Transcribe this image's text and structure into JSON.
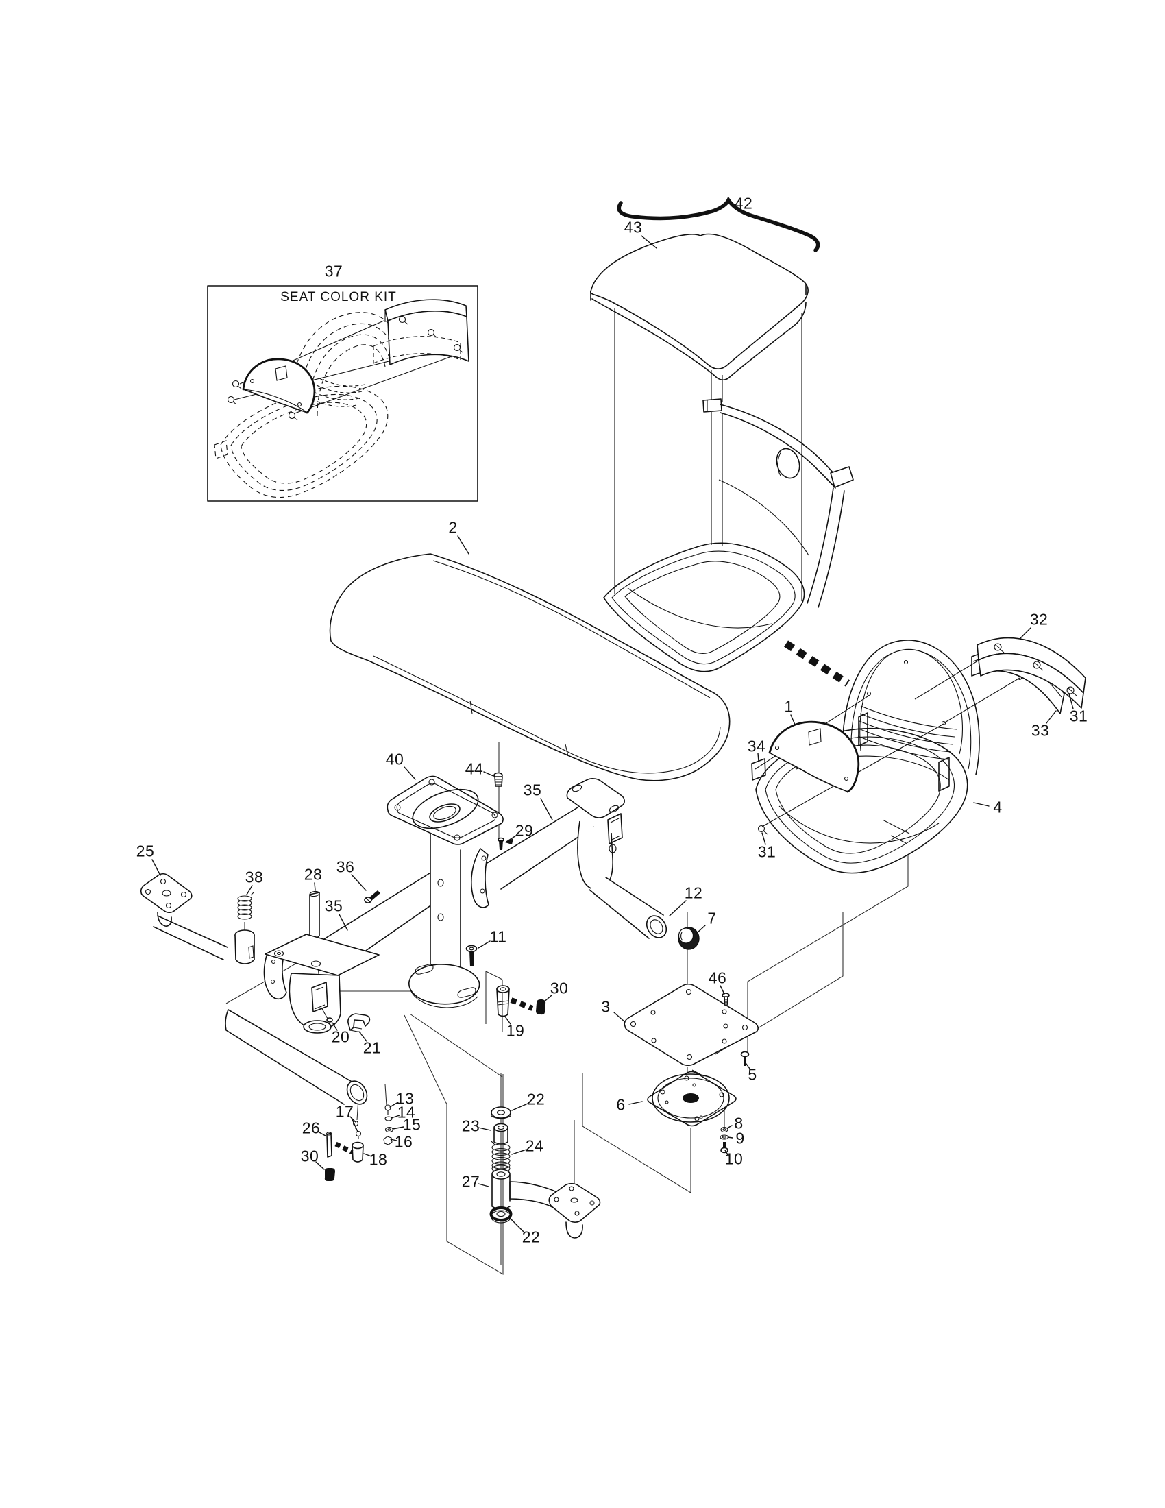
{
  "page": {
    "background": "#ffffff",
    "ink": "#111111",
    "type": "exploded-parts-diagram"
  },
  "inset": {
    "part_number": "37",
    "title": "SEAT COLOR KIT"
  },
  "brace": {
    "part_number": "42"
  },
  "labels": [
    "43",
    "2",
    "32",
    "31",
    "33",
    "1",
    "34",
    "31",
    "4",
    "40",
    "44",
    "35",
    "29",
    "25",
    "38",
    "28",
    "36",
    "35",
    "12",
    "7",
    "11",
    "30",
    "19",
    "20",
    "21",
    "3",
    "46",
    "5",
    "6",
    "8",
    "9",
    "10",
    "13",
    "14",
    "15",
    "16",
    "17",
    "26",
    "30",
    "18",
    "22",
    "23",
    "24",
    "27",
    "22"
  ]
}
